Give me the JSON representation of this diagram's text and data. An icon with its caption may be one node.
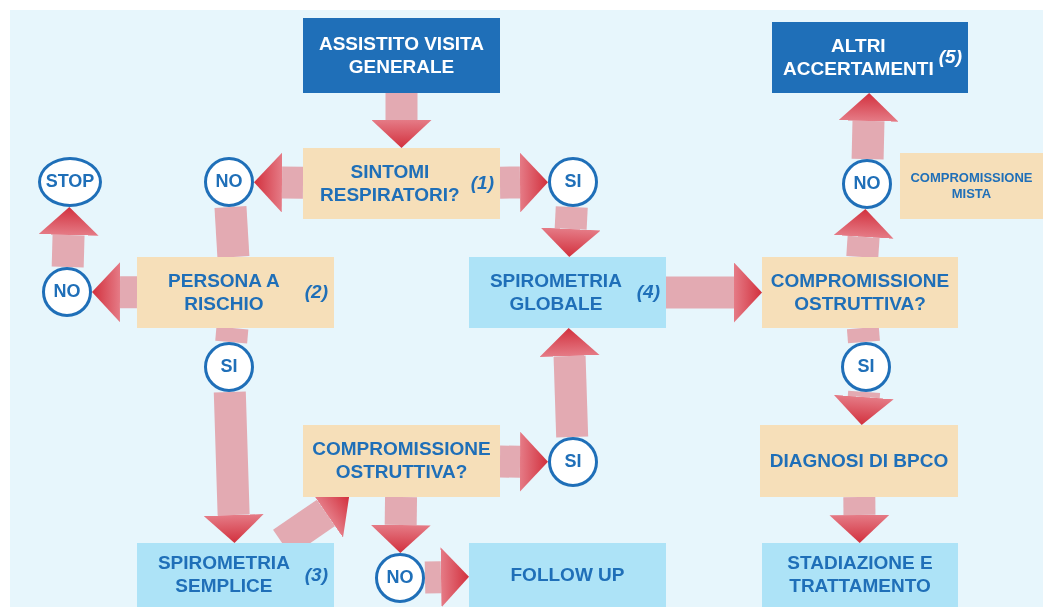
{
  "diagram": {
    "nodes": [
      {
        "text": [
          "ASSISTITO VISITA GENERALE"
        ]
      },
      {
        "text": [
          "ALTRI ACCERTAMENTI *(5)*"
        ]
      },
      {
        "text": [
          "STOP"
        ]
      },
      {
        "text": [
          "NO"
        ]
      },
      {
        "text": [
          "SINTOMI RESPIRATORI? *(1)*"
        ]
      },
      {
        "text": [
          "SI"
        ]
      },
      {
        "text": [
          "NO"
        ]
      },
      {
        "text": [
          "COMPROMISSIONE MISTA"
        ]
      },
      {
        "text": [
          "NO"
        ]
      },
      {
        "text": [
          "PERSONA A RISCHIO *(2)*"
        ]
      },
      {
        "text": [
          "SPIROMETRIA GLOBALE *(4)*"
        ]
      },
      {
        "text": [
          "COMPROMISSIONE OSTRUTTIVA?"
        ]
      },
      {
        "text": [
          "SI"
        ]
      },
      {
        "text": [
          "SI"
        ]
      },
      {
        "text": [
          "COMPROMISSIONE OSTRUTTIVA?"
        ]
      },
      {
        "text": [
          "SI"
        ]
      },
      {
        "text": [
          "DIAGNOSI DI BPCO"
        ]
      },
      {
        "text": [
          "SPIROMETRIA SEMPLICE *(3)*"
        ]
      },
      {
        "text": [
          "NO"
        ]
      },
      {
        "text": [
          "FOLLOW UP"
        ]
      },
      {
        "text": [
          "STADIAZIONE E TRATTAMENTO"
        ]
      }
    ],
    "edges": [
      {
        "from": 0,
        "to": 4,
        "arrow": "to"
      },
      {
        "from": 4,
        "to": 3,
        "arrow": "to"
      },
      {
        "from": 4,
        "to": 5,
        "arrow": "to"
      },
      {
        "from": 5,
        "to": 10,
        "arrow": "to"
      },
      {
        "from": 3,
        "to": 9,
        "arrow": "none"
      },
      {
        "from": 9,
        "to": 8,
        "arrow": "to"
      },
      {
        "from": 8,
        "to": 2,
        "arrow": "to"
      },
      {
        "from": 9,
        "to": 12,
        "arrow": "none"
      },
      {
        "from": 12,
        "to": 17,
        "arrow": "to"
      },
      {
        "from": 17,
        "to": 14,
        "arrow": "to"
      },
      {
        "from": 14,
        "to": 15,
        "arrow": "to"
      },
      {
        "from": 15,
        "to": 10,
        "arrow": "to"
      },
      {
        "from": 14,
        "to": 18,
        "arrow": "to"
      },
      {
        "from": 18,
        "to": 19,
        "arrow": "to"
      },
      {
        "from": 10,
        "to": 11,
        "arrow": "to"
      },
      {
        "from": 11,
        "to": 6,
        "arrow": "to"
      },
      {
        "from": 6,
        "to": 1,
        "arrow": "to"
      },
      {
        "from": 11,
        "to": 13,
        "arrow": "none"
      },
      {
        "from": 13,
        "to": 16,
        "arrow": "to"
      },
      {
        "from": 16,
        "to": 20,
        "arrow": "to"
      }
    ]
  }
}
